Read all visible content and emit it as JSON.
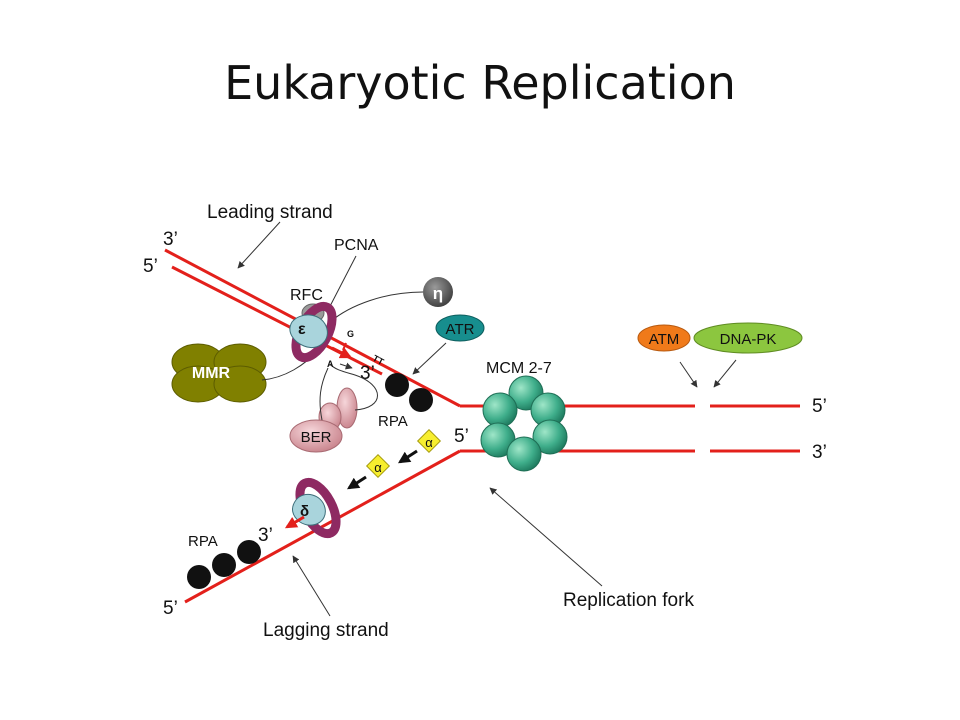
{
  "slide": {
    "title": "Eukaryotic Replication"
  },
  "labels": {
    "leading_strand": "Leading strand",
    "lagging_strand": "Lagging strand",
    "replication_fork": "Replication fork",
    "pcna": "PCNA",
    "rfc": "RFC",
    "mcm": "MCM 2-7",
    "rpa_top": "RPA",
    "rpa_bottom": "RPA",
    "mmr": "MMR",
    "ber": "BER",
    "atr": "ATR",
    "atm": "ATM",
    "dnapk": "DNA-PK",
    "eta": "η",
    "epsilon": "ε",
    "delta": "δ",
    "alpha_1": "α",
    "alpha_2": "α",
    "base_g": "G",
    "base_tt": "TT",
    "base_a": "A",
    "top_left_3": "3’",
    "top_left_5": "5’",
    "leading_3": "3’",
    "lower_5": "5’",
    "lagging_3": "3’",
    "bottom_left_5": "5’",
    "right_5": "5’",
    "right_3": "3’"
  },
  "colors": {
    "strand": "#e3201b",
    "mcm": "#3fae8b",
    "mmr": "#808000",
    "ber": "#e3a6ad",
    "atr": "#178e8e",
    "atm": "#f07a1a",
    "dnapk": "#8cc63f",
    "eta": "#5a5a5a",
    "clamp": "#8e2a62",
    "polymerase": "#a9d4dc",
    "primase": "#f7ee2f"
  }
}
